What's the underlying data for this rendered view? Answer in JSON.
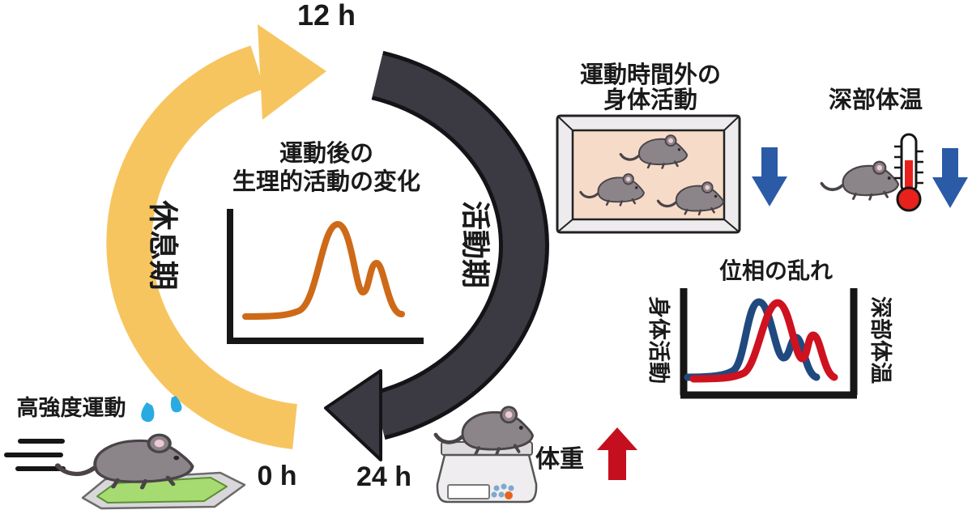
{
  "cycle": {
    "top_label": "12 h",
    "start_label": "0 h",
    "end_label": "24 h",
    "rest_label": "休息期",
    "active_label": "活動期"
  },
  "center_chart": {
    "title_line1": "運動後の",
    "title_line2": "生理的活動の変化",
    "type": "line",
    "curve_shape": "flat baseline, large peak, smaller second peak, return to baseline"
  },
  "activity_panel": {
    "title_line1": "運動時間外の",
    "title_line2": "身体活動",
    "trend": "decrease",
    "mice_count": 3
  },
  "temp_panel": {
    "title": "深部体温",
    "trend": "decrease"
  },
  "phase_chart": {
    "title": "位相の乱れ",
    "left_label": "身体活動",
    "right_label": "深部体温",
    "type": "line",
    "series": [
      {
        "name": "身体活動",
        "color": "#20497F",
        "shape": "large peak then small peak"
      },
      {
        "name": "深部体温",
        "color": "#CF1220",
        "shape": "same shape, phase-shifted right"
      }
    ]
  },
  "exercise_panel": {
    "label": "高強度運動"
  },
  "weight_panel": {
    "label": "体重",
    "trend": "increase"
  },
  "colors": {
    "rest_arc_yellow": "#F7C55F",
    "active_arc_dark": "#3B3A42",
    "center_curve_orange": "#CE6A17",
    "phase_blue": "#20497F",
    "phase_red": "#CF1220",
    "arrow_down_blue": "#2B5AA6",
    "arrow_up_red": "#C50F1F",
    "mouse_gray": "#8B8589",
    "cage_floor_pink": "#F6DBC8",
    "treadmill_green": "#A6DB72",
    "sweat_blue": "#29ABE2",
    "axis_black": "#161616"
  }
}
